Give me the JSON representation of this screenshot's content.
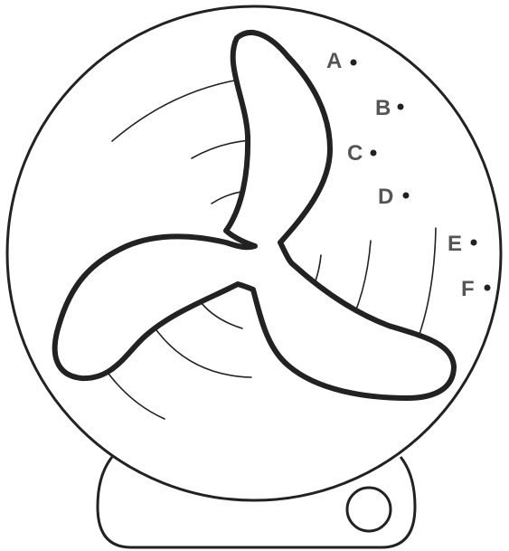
{
  "diagram": {
    "subject": "fan-icon",
    "points": [
      {
        "label": "A",
        "color": "#555555"
      },
      {
        "label": "B",
        "color": "#555555"
      },
      {
        "label": "C",
        "color": "#555555"
      },
      {
        "label": "D",
        "color": "#555555"
      },
      {
        "label": "E",
        "color": "#555555"
      },
      {
        "label": "F",
        "color": "#555555"
      }
    ],
    "colors": {
      "stroke": "#222222",
      "background": "#ffffff"
    }
  }
}
